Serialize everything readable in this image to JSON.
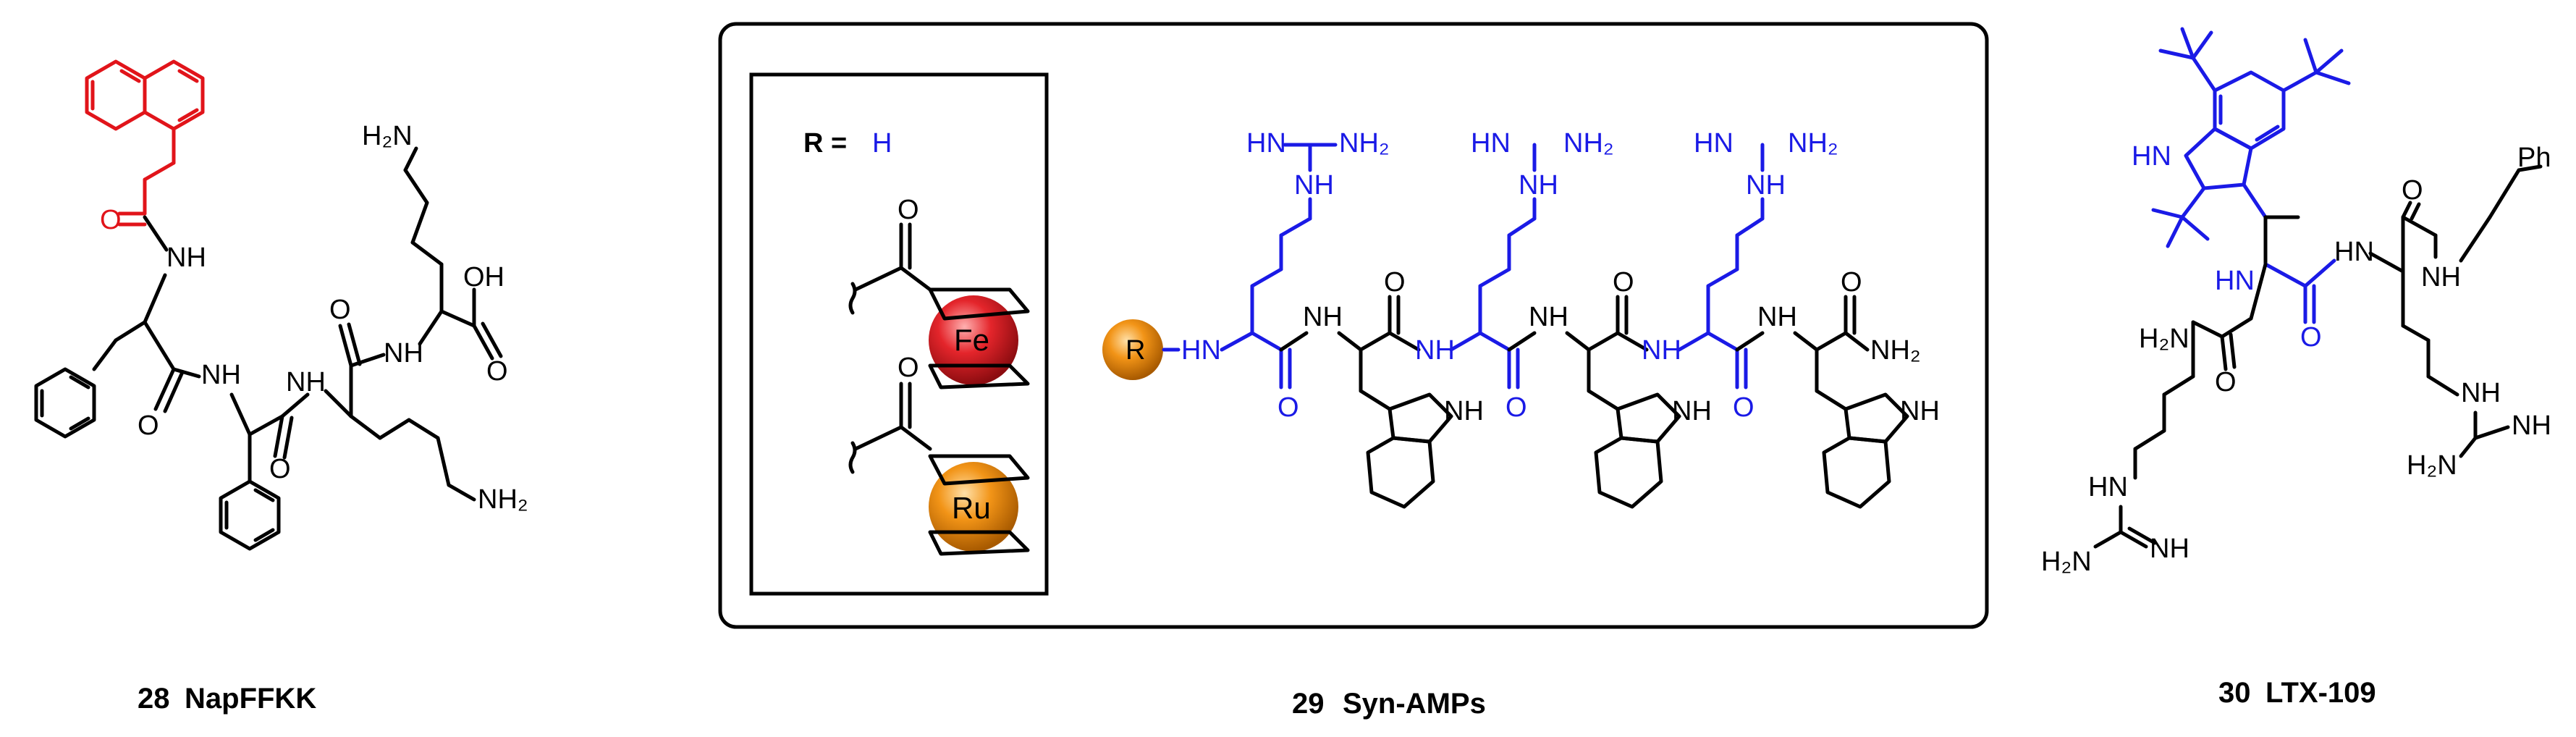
{
  "molecules": [
    {
      "number": "28",
      "name": "NapFFKK"
    },
    {
      "number": "29",
      "name": "Syn-AMPs"
    },
    {
      "number": "30",
      "name": "LTX-109"
    }
  ],
  "inset": {
    "r_label": "R =",
    "r_value": "H",
    "metal_1": "Fe",
    "metal_2": "Ru"
  },
  "atoms": {
    "NH": "NH",
    "HN": "HN",
    "O": "O",
    "OH": "OH",
    "H2N": "H₂N",
    "NH2": "NH₂",
    "R": "R",
    "Ph": "Ph"
  },
  "colors": {
    "highlight_red": "#e1141a",
    "highlight_blue": "#1a1ae6",
    "fe_ball": "#e4252b",
    "ru_ball": "#f29417",
    "r_ball": "#f29417"
  }
}
